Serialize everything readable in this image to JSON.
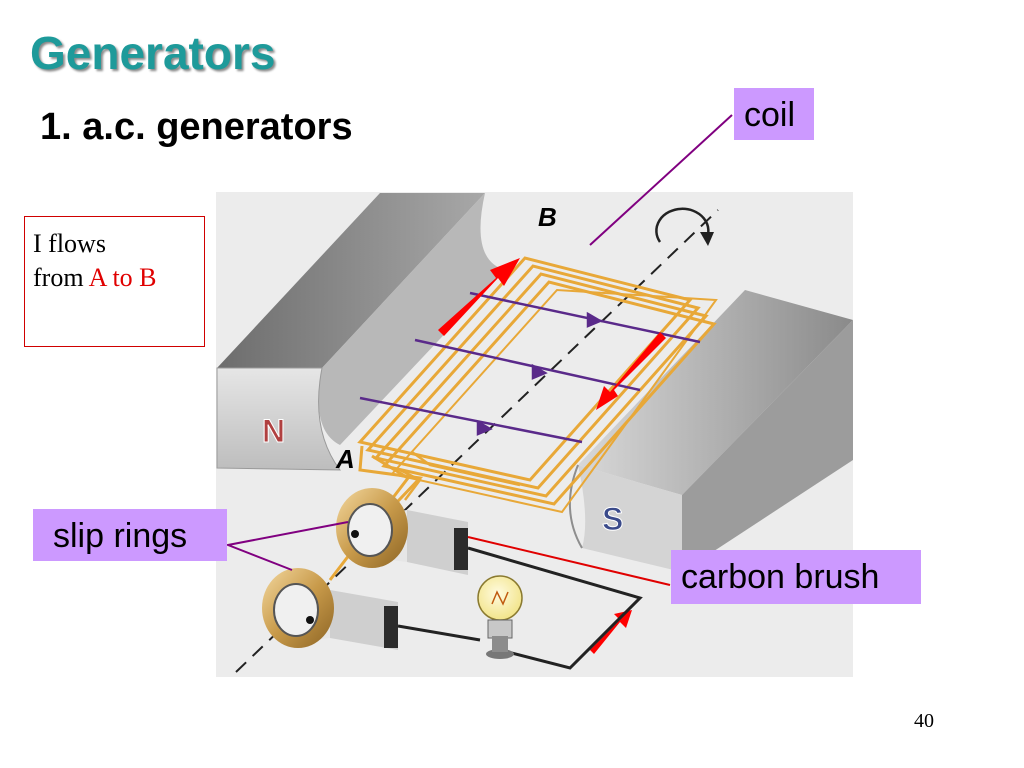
{
  "slide": {
    "title": "Generators",
    "subtitle": "1. a.c. generators",
    "page_number": "40"
  },
  "note": {
    "line1": "I flows",
    "line2_prefix": "from ",
    "line2_highlight": "A to B",
    "highlight_color": "#e00000"
  },
  "labels": {
    "coil": "coil",
    "slip_rings": "slip rings",
    "carbon_brush": "carbon brush",
    "point_a": "A",
    "point_b": "B",
    "pole_n": "N",
    "pole_s": "S"
  },
  "colors": {
    "title": "#1e9a9a",
    "label_bg": "#cc99ff",
    "coil_wire": "#e8a838",
    "field_lines": "#5a2a8a",
    "current_arrow": "#ff0000",
    "pole_letters": "#b04040"
  },
  "icons": [
    "rotation-arrow-icon",
    "light-bulb-icon",
    "current-arrow-icon"
  ]
}
